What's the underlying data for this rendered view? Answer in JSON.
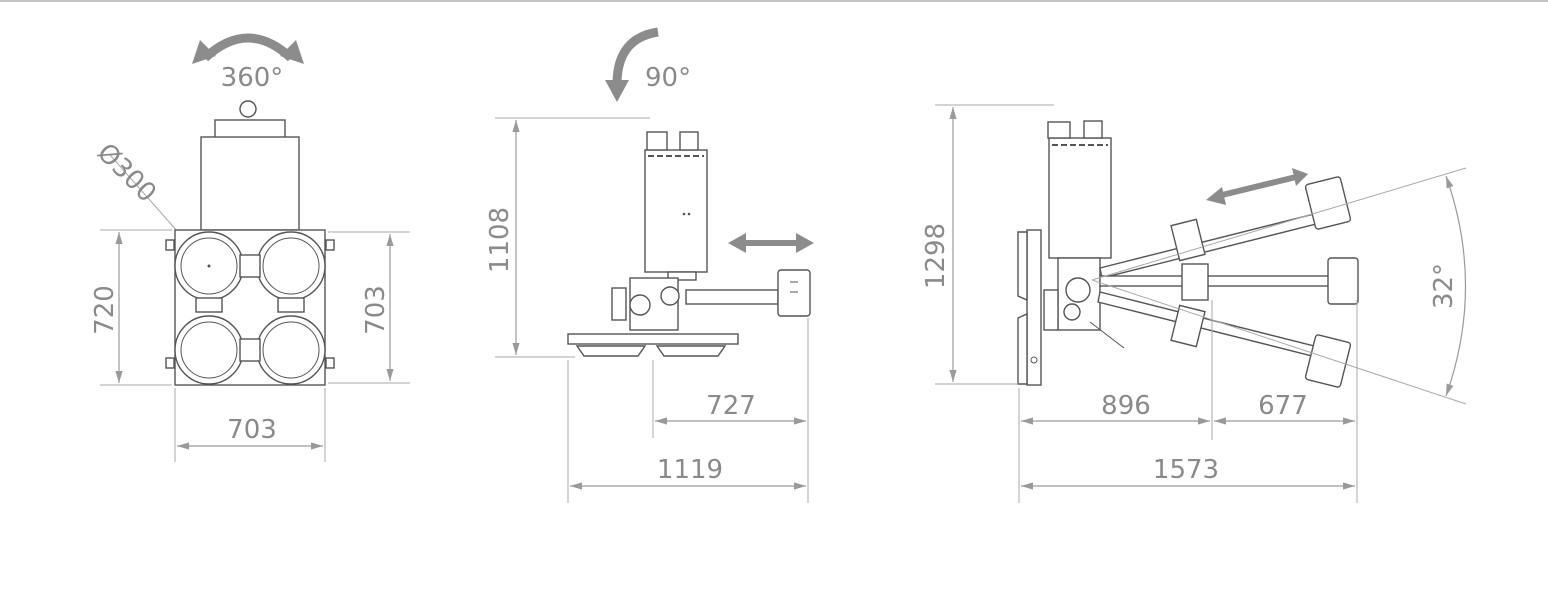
{
  "colors": {
    "line": "#555555",
    "dimension": "#8a8a8a",
    "arrow": "#8c8c8c",
    "background": "#ffffff"
  },
  "views": {
    "top": {
      "rotation_label": "360°",
      "pad_diameter": "Ø300",
      "height_left": "720",
      "height_right": "703",
      "width_bottom": "703"
    },
    "side": {
      "tilt_label": "90°",
      "height": "1108",
      "arm_extension": "727",
      "total_width": "1119"
    },
    "tilted": {
      "height": "1298",
      "angle": "32°",
      "base_width": "896",
      "arm_extension": "677",
      "total_width": "1573"
    }
  }
}
